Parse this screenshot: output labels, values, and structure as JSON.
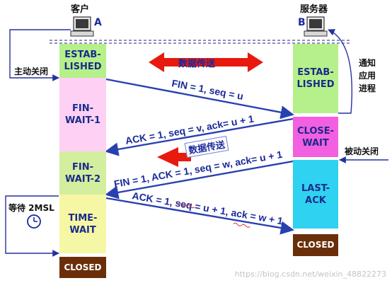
{
  "client": {
    "name": "客户",
    "letter": "A"
  },
  "server": {
    "name": "服务器",
    "letter": "B"
  },
  "client_states": [
    "ESTAB-\nLISHED",
    "FIN-\nWAIT-1",
    "FIN-\nWAIT-2",
    "TIME-\nWAIT",
    "CLOSED"
  ],
  "server_states": [
    "ESTAB-\nLISHED",
    "CLOSE-\nWAIT",
    "LAST-\nACK",
    "CLOSED"
  ],
  "state_colors": {
    "established": "#b6f08a",
    "fin_wait_1": "#fdd0f4",
    "fin_wait_2": "#d2ee9e",
    "time_wait": "#f6f7a4",
    "closed": "#6a2f0a",
    "close_wait": "#f25fe0",
    "last_ack": "#2fd2f0"
  },
  "messages": {
    "fin1": "FIN = 1, seq = u",
    "ack1": "ACK = 1, seq = v, ack= u + 1",
    "fin2": "FIN = 1, ACK = 1, seq = w, ack= u + 1",
    "ack2": "ACK = 1, seq = u + 1, ack = w + 1"
  },
  "data_transfer_label": "数据传送",
  "labels": {
    "active_close": "主动关闭",
    "passive_close": "被动关闭",
    "notify_app": "通知\n应用\n进程",
    "wait_2msl": "等待 2MSL"
  },
  "watermark": "https://blog.csdn.net/weixin_48822273"
}
